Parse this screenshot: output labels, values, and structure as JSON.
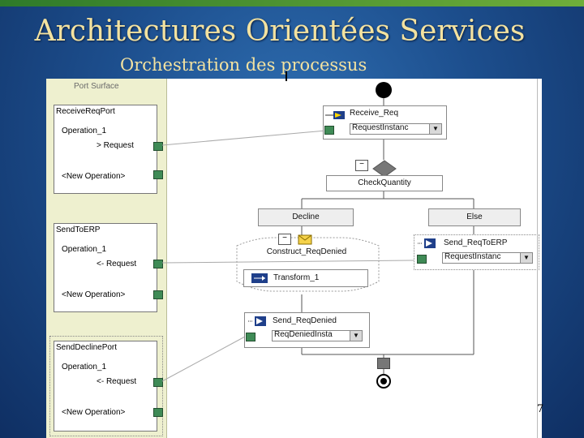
{
  "slide": {
    "title": "Architectures Orientées Services",
    "subtitle": "Orchestration des  processus",
    "page_number": "7"
  },
  "port_surface": {
    "header": "Port Surface",
    "ports": [
      {
        "name": "ReceiveReqPort",
        "operation": "Operation_1",
        "message": "> Request",
        "new_operation": "<New Operation>"
      },
      {
        "name": "SendToERP",
        "operation": "Operation_1",
        "message": "<- Request",
        "new_operation": "<New Operation>"
      },
      {
        "name": "SendDeclinePort",
        "operation": "Operation_1",
        "message": "<- Request",
        "new_operation": "<New Operation>"
      }
    ]
  },
  "orchestration": {
    "receive_shape": {
      "label": "Receive_Req",
      "message": "RequestInstanc"
    },
    "decide_shape": {
      "label": "CheckQuantity"
    },
    "branches": {
      "left": "Decline",
      "right": "Else"
    },
    "construct_shape": {
      "label": "Construct_ReqDenied"
    },
    "transform_shape": {
      "label": "Transform_1"
    },
    "send_denied_shape": {
      "label": "Send_ReqDenied",
      "message": "ReqDeniedInsta"
    },
    "send_erp_shape": {
      "label": "Send_ReqToERP",
      "message": "RequestInstanc"
    }
  },
  "colors": {
    "port_connector": "#3f8b56",
    "title_text": "#f3e2a0",
    "background": "#1d4f8e"
  }
}
